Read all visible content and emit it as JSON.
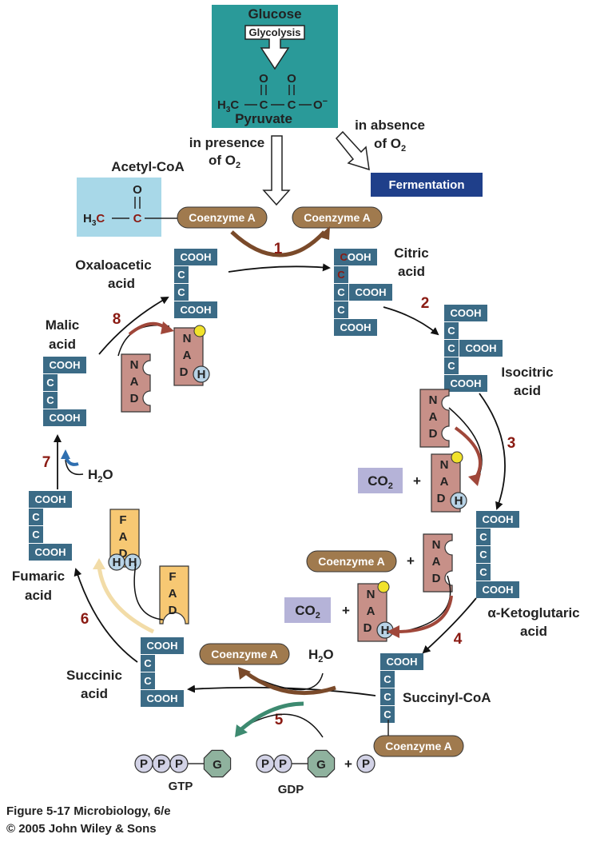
{
  "glucose_panel": {
    "glucose": "Glucose",
    "glycolysis": "Glycolysis",
    "o1": "O",
    "o2": "O",
    "h3c": "H3C",
    "c1": "C",
    "c2": "C",
    "ominus": "O",
    "pyruvate": "Pyruvate"
  },
  "presence": {
    "line1": "in presence",
    "line2": "of O",
    "sub": "2"
  },
  "absence": {
    "line1": "in absence",
    "line2": "of O",
    "sub": "2"
  },
  "fermentation": "Fermentation",
  "acetyl": {
    "title": "Acetyl-CoA",
    "o": "O",
    "h3": "H",
    "sub3": "3",
    "c": "C",
    "c2": "C"
  },
  "coenzyme_a": "Coenzyme A",
  "steps": [
    "1",
    "2",
    "3",
    "4",
    "5",
    "6",
    "7",
    "8"
  ],
  "blocks": {
    "cooh": "COOH",
    "c": "C"
  },
  "compounds": {
    "oxaloacetic": [
      "Oxaloacetic",
      "acid"
    ],
    "citric": [
      "Citric",
      "acid"
    ],
    "isocitric": [
      "Isocitric",
      "acid"
    ],
    "ketoglutaric": [
      "α-Ketoglutaric",
      "acid"
    ],
    "succinyl": "Succinyl-CoA",
    "succinic": [
      "Succinic",
      "acid"
    ],
    "fumaric": [
      "Fumaric",
      "acid"
    ],
    "malic": [
      "Malic",
      "acid"
    ]
  },
  "carriers": {
    "n": "N",
    "a": "A",
    "d": "D",
    "h": "H",
    "f": "F"
  },
  "co2": {
    "co": "CO",
    "sub": "2"
  },
  "plus": "+",
  "water": {
    "h": "H",
    "sub": "2",
    "o": "O"
  },
  "energy": {
    "p": "P",
    "g": "G",
    "gtp": "GTP",
    "gdp": "GDP"
  },
  "caption": {
    "line1": "Figure 5-17  Microbiology, 6/e",
    "line2": "© 2005 John Wiley & Sons"
  },
  "colors": {
    "teal": "#2a9a99",
    "navy": "#1f3f8a",
    "light_blue": "#a8d8e8",
    "block": "#3b6b86",
    "coa": "#a07a4e",
    "nad": "#c79088",
    "fad": "#f7c873",
    "co2_box": "#b5b3d8",
    "h_circle": "#b8d3e6",
    "yellow_dot": "#f1e22b",
    "g_hex": "#8fb29e",
    "p_circle": "#d2d2e6",
    "red_c": "#8a1a12"
  }
}
